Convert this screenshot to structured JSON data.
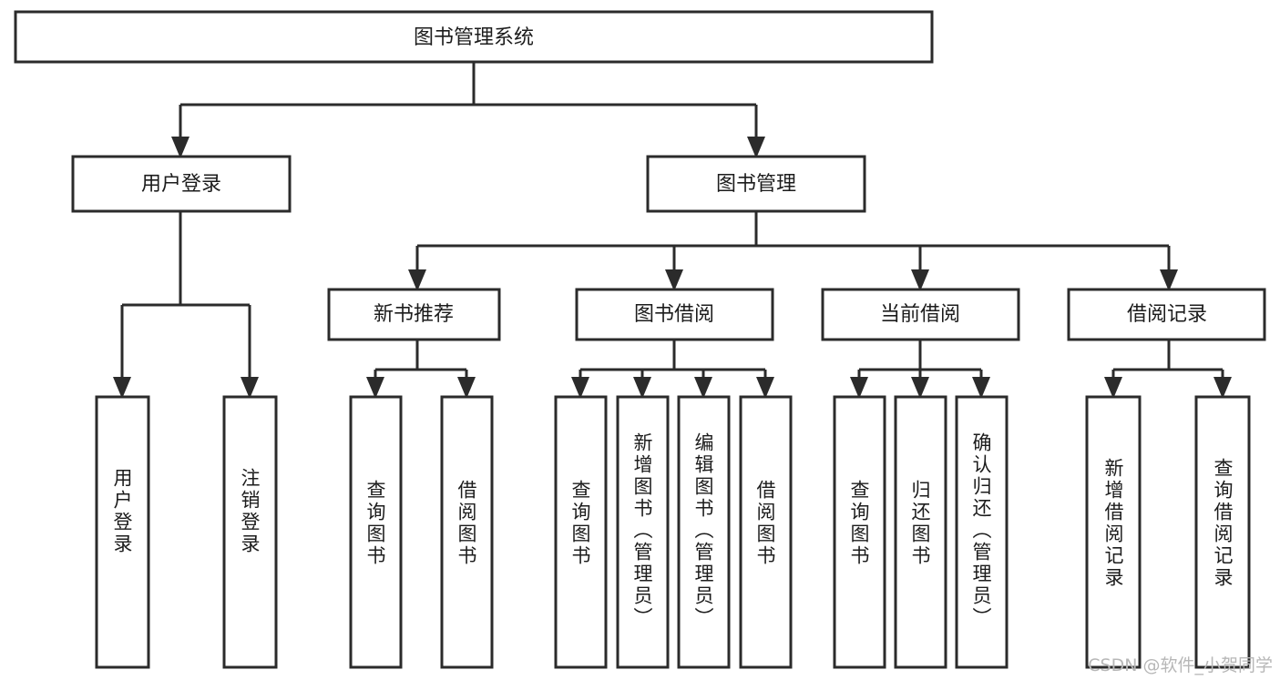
{
  "diagram": {
    "title": "图书管理系统",
    "type": "tree",
    "orientation": "top-down",
    "colors": {
      "box_fill": "#ffffff",
      "box_stroke": "#2b2b2b",
      "connector": "#2b2b2b",
      "text": "#1c1c1c",
      "background": "#ffffff",
      "watermark": "#b7b7b7"
    },
    "root": {
      "id": "root",
      "label": "图书管理系统",
      "text_direction": "horizontal"
    },
    "level2": [
      {
        "id": "user-login",
        "label": "用户登录",
        "text_direction": "horizontal"
      },
      {
        "id": "book-manage",
        "label": "图书管理",
        "text_direction": "horizontal"
      }
    ],
    "level3": [
      {
        "id": "new-book-recommend",
        "label": "新书推荐",
        "parent": "book-manage",
        "text_direction": "horizontal"
      },
      {
        "id": "book-borrow",
        "label": "图书借阅",
        "parent": "book-manage",
        "text_direction": "horizontal"
      },
      {
        "id": "current-borrow",
        "label": "当前借阅",
        "parent": "book-manage",
        "text_direction": "horizontal"
      },
      {
        "id": "borrow-record",
        "label": "借阅记录",
        "parent": "book-manage",
        "text_direction": "horizontal"
      }
    ],
    "leaves": [
      {
        "id": "leaf-user-login",
        "label": "用户登录",
        "parent": "user-login",
        "text_direction": "vertical"
      },
      {
        "id": "leaf-logout-login",
        "label": "注销登录",
        "parent": "user-login",
        "text_direction": "vertical"
      },
      {
        "id": "leaf-query-book-1",
        "label": "查询图书",
        "parent": "new-book-recommend",
        "text_direction": "vertical"
      },
      {
        "id": "leaf-borrow-book-1",
        "label": "借阅图书",
        "parent": "new-book-recommend",
        "text_direction": "vertical"
      },
      {
        "id": "leaf-query-book-2",
        "label": "查询图书",
        "parent": "book-borrow",
        "text_direction": "vertical"
      },
      {
        "id": "leaf-add-book",
        "label": "新增图书（管理员）",
        "parent": "book-borrow",
        "text_direction": "vertical"
      },
      {
        "id": "leaf-edit-book",
        "label": "编辑图书（管理员）",
        "parent": "book-borrow",
        "text_direction": "vertical"
      },
      {
        "id": "leaf-borrow-book-2",
        "label": "借阅图书",
        "parent": "book-borrow",
        "text_direction": "vertical"
      },
      {
        "id": "leaf-query-book-3",
        "label": "查询图书",
        "parent": "current-borrow",
        "text_direction": "vertical"
      },
      {
        "id": "leaf-return-book",
        "label": "归还图书",
        "parent": "current-borrow",
        "text_direction": "vertical"
      },
      {
        "id": "leaf-confirm-return",
        "label": "确认归还（管理员）",
        "parent": "current-borrow",
        "text_direction": "vertical"
      },
      {
        "id": "leaf-add-record",
        "label": "新增借阅记录",
        "parent": "borrow-record",
        "text_direction": "vertical"
      },
      {
        "id": "leaf-query-record",
        "label": "查询借阅记录",
        "parent": "borrow-record",
        "text_direction": "vertical"
      }
    ]
  },
  "watermark": {
    "text": "CSDN @软件_小贺同学"
  }
}
